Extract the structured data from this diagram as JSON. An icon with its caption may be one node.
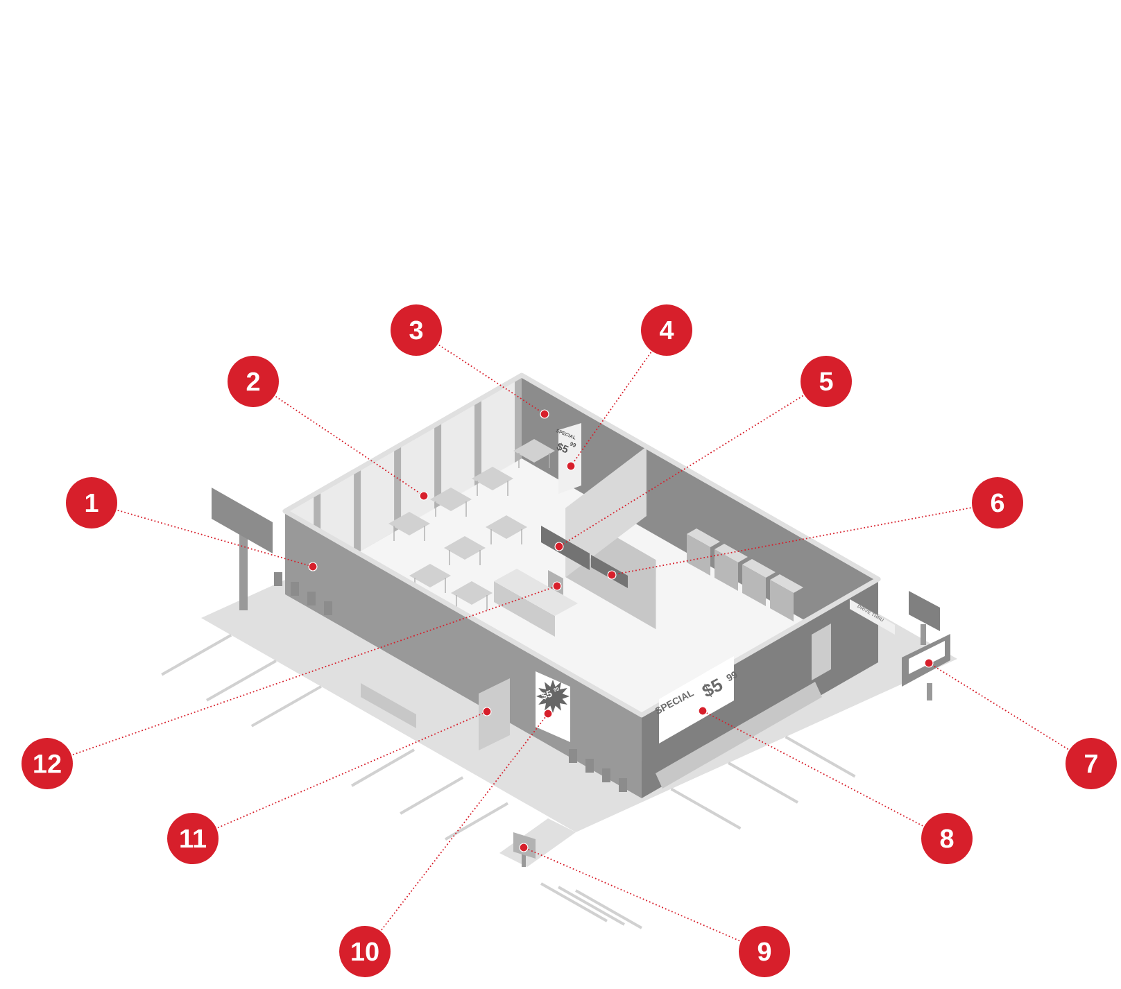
{
  "diagram": {
    "nodes": [
      {
        "text": [
          "1"
        ]
      },
      {
        "text": [
          "2"
        ]
      },
      {
        "text": [
          "3"
        ]
      },
      {
        "text": [
          "4"
        ]
      },
      {
        "text": [
          "5"
        ]
      },
      {
        "text": [
          "6"
        ]
      },
      {
        "text": [
          "7"
        ]
      },
      {
        "text": [
          "8"
        ]
      },
      {
        "text": [
          "9"
        ]
      },
      {
        "text": [
          "10"
        ]
      },
      {
        "text": [
          "11"
        ]
      },
      {
        "text": [
          "12"
        ]
      },
      {
        "text": [],
        "shape": "circle"
      },
      {
        "text": [],
        "shape": "circle"
      },
      {
        "text": [],
        "shape": "circle"
      },
      {
        "text": [],
        "shape": "circle"
      },
      {
        "text": [],
        "shape": "circle"
      },
      {
        "text": [],
        "shape": "circle"
      },
      {
        "text": [],
        "shape": "circle"
      },
      {
        "text": [],
        "shape": "circle"
      },
      {
        "text": [],
        "shape": "circle"
      },
      {
        "text": [],
        "shape": "circle"
      },
      {
        "text": [],
        "shape": "circle"
      },
      {
        "text": [],
        "shape": "circle"
      }
    ],
    "edges": [
      {
        "from": 0,
        "to": 12,
        "arrow": "none"
      },
      {
        "from": 1,
        "to": 13,
        "arrow": "none"
      },
      {
        "from": 2,
        "to": 14,
        "arrow": "none"
      },
      {
        "from": 3,
        "to": 15,
        "arrow": "none"
      },
      {
        "from": 4,
        "to": 16,
        "arrow": "none"
      },
      {
        "from": 5,
        "to": 17,
        "arrow": "none"
      },
      {
        "from": 6,
        "to": 18,
        "arrow": "none"
      },
      {
        "from": 7,
        "to": 19,
        "arrow": "none"
      },
      {
        "from": 8,
        "to": 20,
        "arrow": "none"
      },
      {
        "from": 9,
        "to": 21,
        "arrow": "none"
      },
      {
        "from": 10,
        "to": 22,
        "arrow": "none"
      },
      {
        "from": 11,
        "to": 23,
        "arrow": "none"
      }
    ],
    "labels": [
      "SPECIAL",
      "$5",
      "99",
      "DRIVE THRU",
      "$5",
      "99",
      "SPECIAL",
      "$5",
      "99"
    ]
  }
}
